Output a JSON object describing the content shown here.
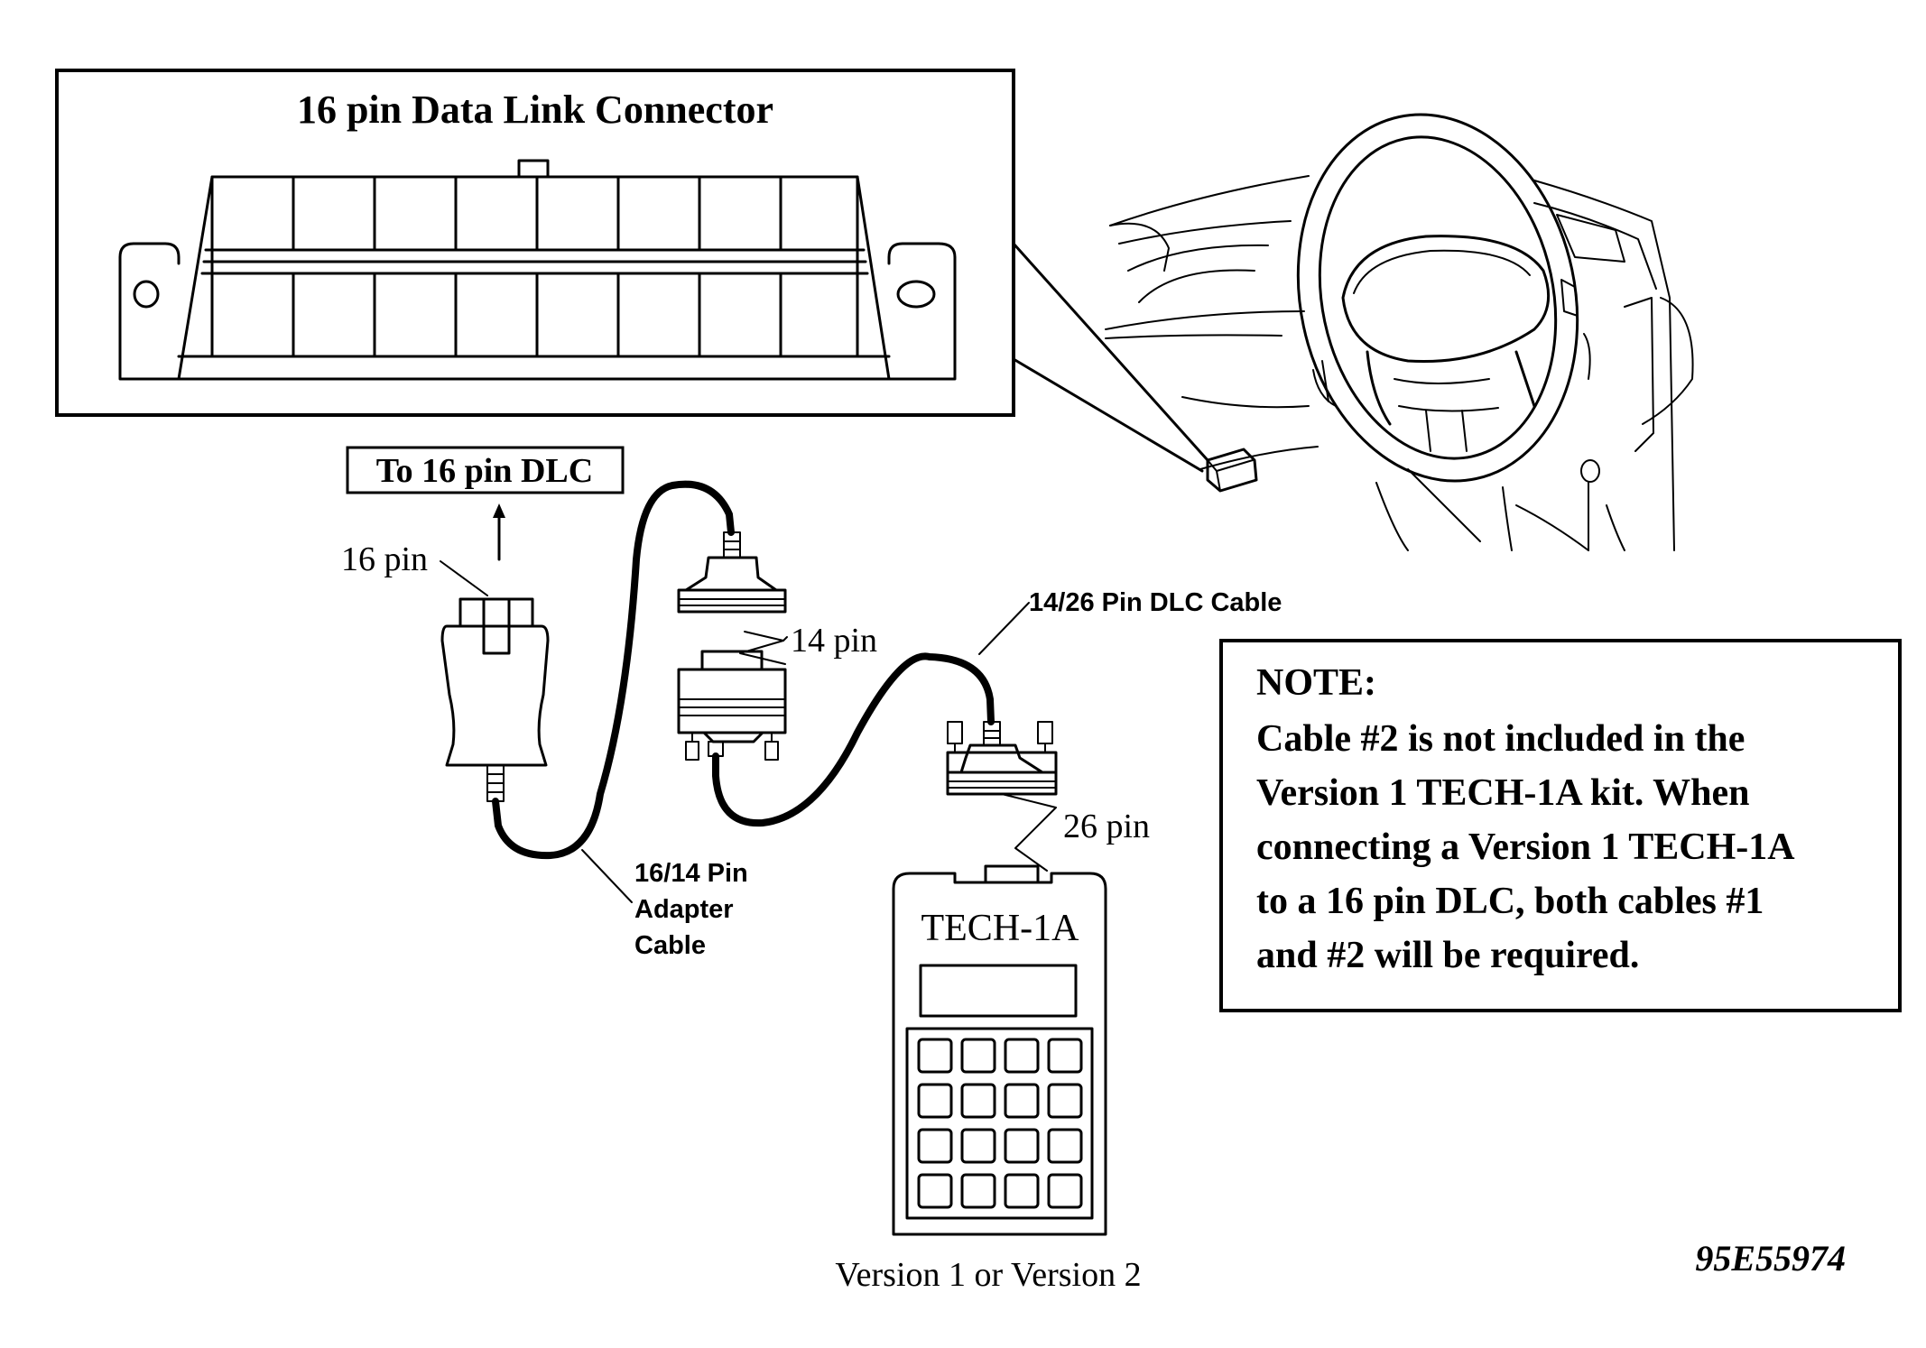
{
  "connector_title": "16 pin Data Link Connector",
  "to_dlc_label": "To 16 pin DLC",
  "label_16pin": "16 pin",
  "label_14pin": "14 pin",
  "label_26pin": "26 pin",
  "cable_1426": "14/26 Pin DLC Cable",
  "adapter_cable_lines": [
    "16/14 Pin",
    "Adapter",
    "Cable"
  ],
  "tech_label": "TECH-1A",
  "version_caption": "Version 1 or Version 2",
  "note": {
    "heading": "NOTE:",
    "lines": [
      "Cable #2 is not included in the",
      "Version 1 TECH-1A kit. When",
      "connecting a Version 1 TECH-1A",
      "to a 16 pin DLC, both cables #1",
      "and #2 will be required."
    ]
  },
  "figure_id": "95E55974"
}
